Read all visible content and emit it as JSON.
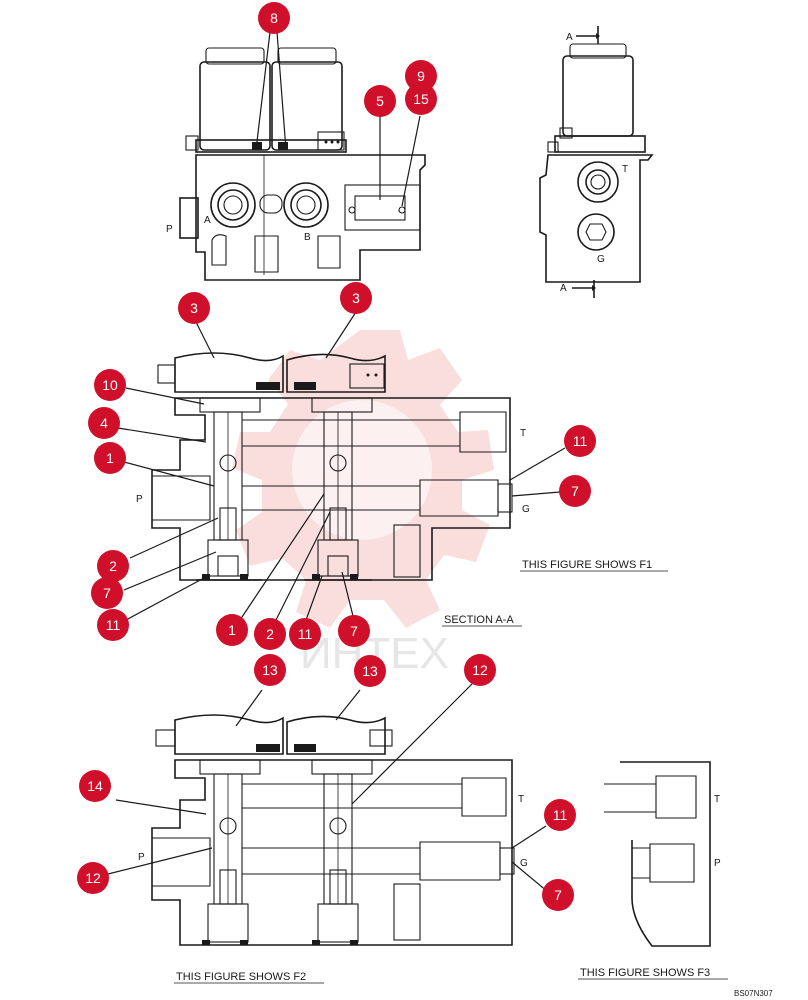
{
  "watermark": {
    "text": "ИНТЕХ"
  },
  "colors": {
    "callout": "#d0102a",
    "line": "#1a1a1a"
  },
  "view_top": {
    "ports": {
      "a": "A",
      "b": "B",
      "p": "P"
    }
  },
  "view_side": {
    "section_marker_top": "A",
    "section_marker_bottom": "A",
    "ports": {
      "t": "T",
      "g": "G"
    }
  },
  "section_f1": {
    "ports": {
      "t": "T",
      "p": "P",
      "g": "G"
    },
    "caption": "THIS FIGURE SHOWS  F1",
    "section_label": "SECTION  A-A"
  },
  "section_f2": {
    "ports": {
      "t": "T",
      "p": "P",
      "g": "G"
    },
    "caption": "THIS FIGURE SHOWS  F2"
  },
  "section_f3": {
    "ports": {
      "t": "T",
      "p": "P"
    },
    "caption": "THIS FIGURE SHOWS  F3"
  },
  "drawing_code": "BS07N307",
  "callouts": [
    "8",
    "9",
    "5",
    "15",
    "3",
    "3",
    "10",
    "4",
    "1",
    "11",
    "7",
    "2",
    "7",
    "11",
    "1",
    "2",
    "11",
    "7",
    "13",
    "13",
    "12",
    "14",
    "11",
    "12",
    "7"
  ]
}
